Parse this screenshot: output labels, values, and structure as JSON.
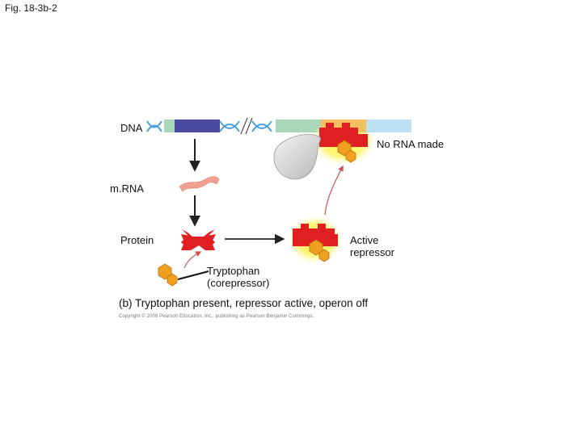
{
  "slide": {
    "label": "Fig. 18-3b-2"
  },
  "labels": {
    "dna": "DNA",
    "mrna": "m.RNA",
    "protein": "Protein",
    "no_rna": "No RNA made",
    "active_line1": "Active",
    "active_line2": "repressor",
    "tryp_line1": "Tryptophan",
    "tryp_line2": "(corepressor)"
  },
  "caption": "(b) Tryptophan present, repressor active, operon off",
  "copyright": "Copyright © 2008 Pearson Education, Inc., publishing as Pearson Benjamin Cummings.",
  "colors": {
    "dna_gene_block": "#4a4aa0",
    "dna_green": "#a8d8b8",
    "dna_blue": "#bde0f0",
    "dna_operator": "#f2c060",
    "repressor": "#e02020",
    "tryptophan": "#f0a020",
    "glow": "#fff34a",
    "mrna": "#f2a090",
    "polymerase": "#d0d0d0",
    "red_arrow": "#d05050"
  }
}
